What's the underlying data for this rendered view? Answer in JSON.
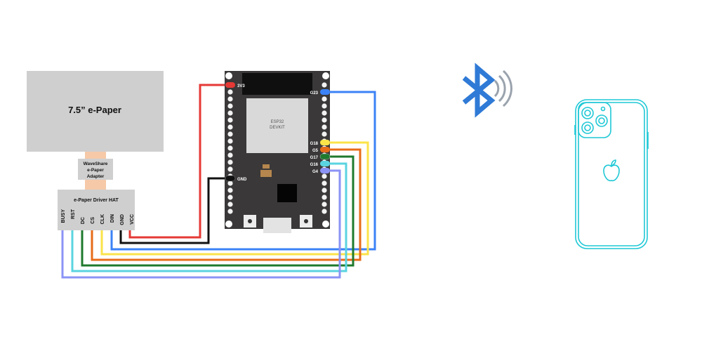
{
  "epaper": {
    "title": "7.5” e-Paper",
    "adapter_lines": [
      "WaveShare",
      "e-Paper",
      "Adapter"
    ],
    "hat_title": "e-Paper Driver HAT",
    "hat_pins": [
      "BUSY",
      "RST",
      "DC",
      "CS",
      "CLK",
      "DIN",
      "GND",
      "VCC"
    ]
  },
  "esp32": {
    "chip_lines": [
      "ESP32",
      "DEVKIT"
    ],
    "pins": {
      "v3": "3V3",
      "gnd": "GND",
      "g23": "G23",
      "g18": "G18",
      "g5": "G5",
      "g17": "G17",
      "g16": "G16",
      "g4": "G4"
    }
  },
  "colors": {
    "vcc": "#e53935",
    "gnd": "#111111",
    "din": "#3b82f6",
    "clk": "#fbe34a",
    "cs": "#e86c1a",
    "dc": "#1f7a2e",
    "rst": "#5ad4e0",
    "busy": "#8b93f5",
    "board": "#3a3838",
    "iphone": "#1fc8d6",
    "bluetooth": "#2f7ad6"
  },
  "icons": {
    "bluetooth": "bluetooth-icon",
    "phone": "iphone-icon"
  }
}
